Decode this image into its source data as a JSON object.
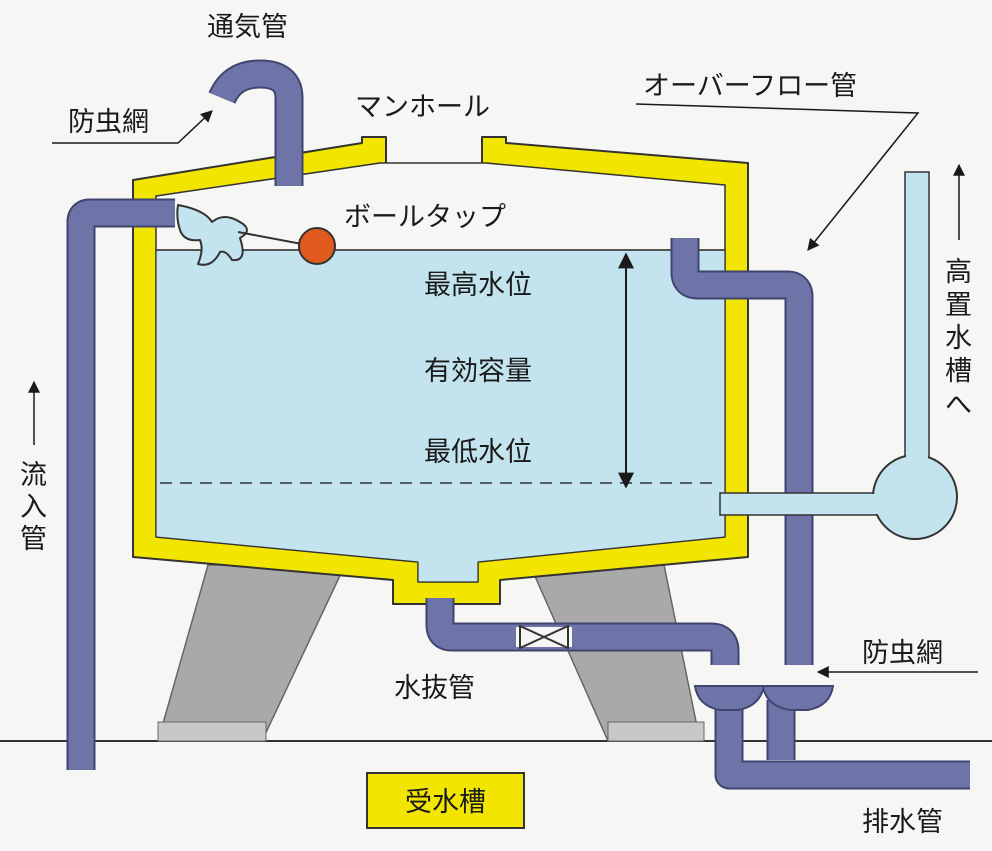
{
  "labels": {
    "vent_pipe": "通気管",
    "insect_screen_top": "防虫網",
    "manhole": "マンホール",
    "overflow_pipe": "オーバーフロー管",
    "ball_tap": "ボールタップ",
    "max_level": "最高水位",
    "effective_capacity": "有効容量",
    "min_level": "最低水位",
    "inflow_pipe": [
      "流",
      "入",
      "管"
    ],
    "to_elevated_tank": [
      "高",
      "置",
      "水",
      "槽",
      "へ"
    ],
    "drain_valve_pipe": "水抜管",
    "insect_screen_bottom": "防虫網",
    "drain_pipe": "排水管",
    "title": "受水槽"
  },
  "colors": {
    "tank_wall": "#f2e500",
    "water": "#c3e3ee",
    "pipe": "#6e74a8",
    "pipe_outline": "#3f4470",
    "float_ball": "#e05a1e",
    "support": "#a8a8a8",
    "title_bg": "#f2e500"
  },
  "icons": [
    "up-arrow-icon",
    "diagonal-arrow-icon",
    "left-arrow-icon",
    "valve-icon",
    "float-ball-icon"
  ]
}
